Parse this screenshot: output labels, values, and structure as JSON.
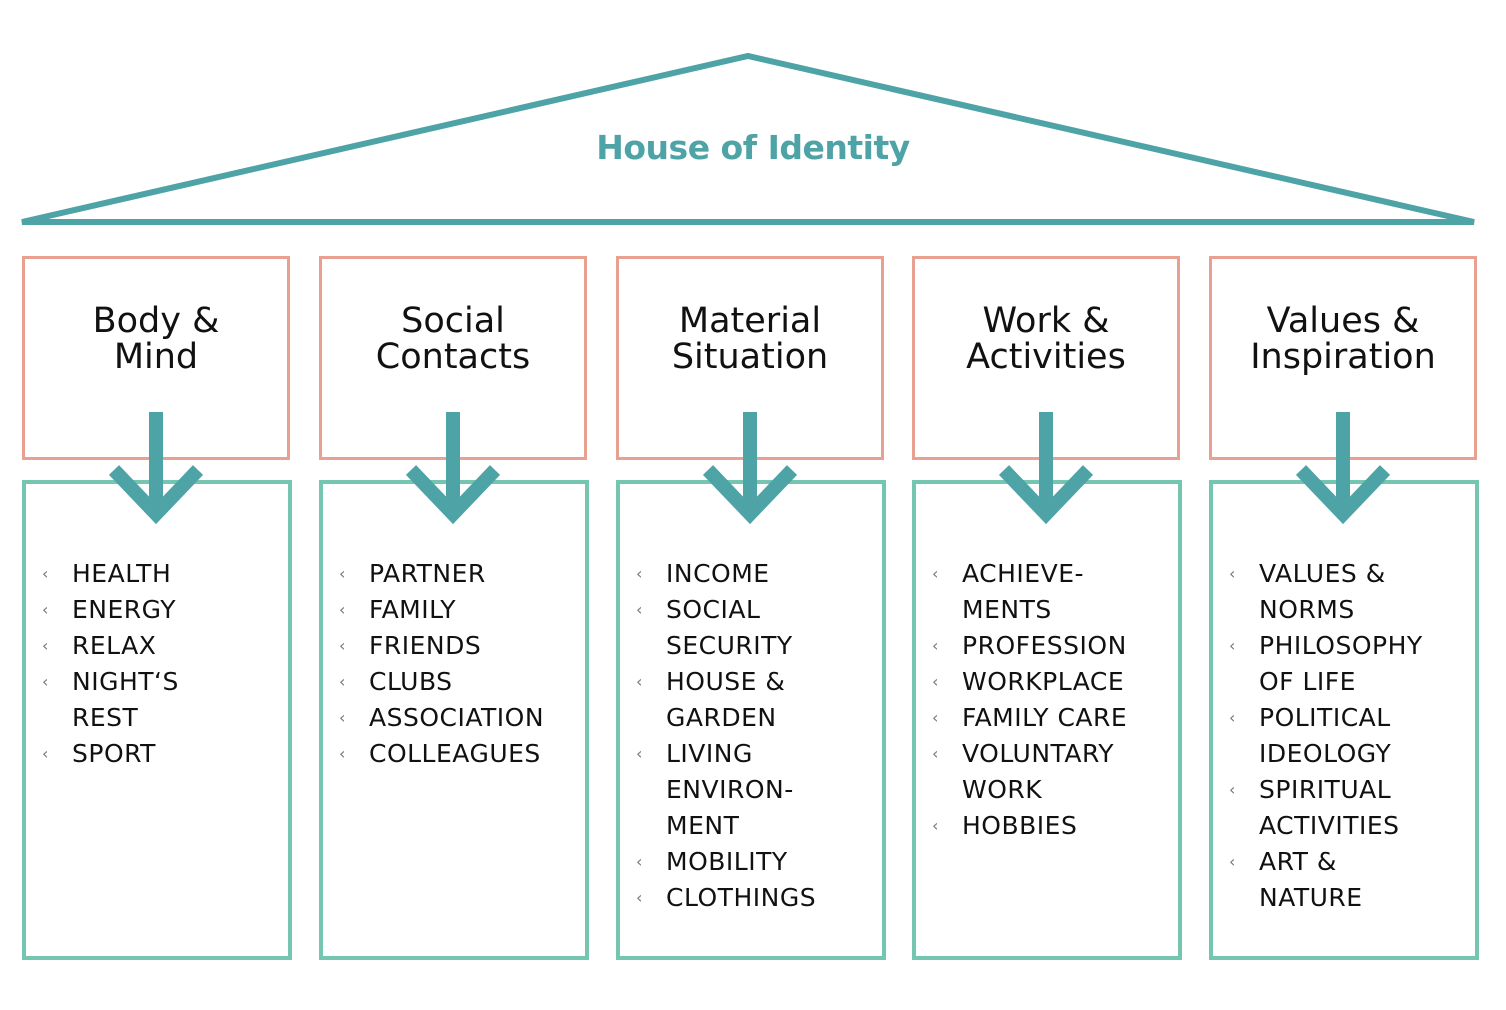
{
  "title": "House of Identity",
  "colors": {
    "roof": "#4ea3a6",
    "arrow": "#4ea3a6",
    "head_border": "#e8a090",
    "items_border": "#74c6b0",
    "text": "#111111"
  },
  "bullet_glyph": "‹",
  "pillars": [
    {
      "title": "Body &\nMind",
      "items": [
        "HEALTH",
        "ENERGY",
        "RELAX",
        "NIGHT‘S\nREST",
        "SPORT"
      ]
    },
    {
      "title": "Social\nContacts",
      "items": [
        "PARTNER",
        "FAMILY",
        "FRIENDS",
        "CLUBS",
        "ASSOCIATION",
        "COLLEAGUES"
      ]
    },
    {
      "title": "Material\nSituation",
      "items": [
        "INCOME",
        "SOCIAL\nSECURITY",
        "HOUSE &\nGARDEN",
        "LIVING\nENVIRON-\nMENT",
        "MOBILITY",
        "CLOTHINGS"
      ]
    },
    {
      "title": "Work &\nActivities",
      "items": [
        "ACHIEVE-\nMENTS",
        "PROFESSION",
        "WORKPLACE",
        "FAMILY CARE",
        "VOLUNTARY\nWORK",
        "HOBBIES"
      ]
    },
    {
      "title": "Values &\nInspiration",
      "items": [
        "VALUES &\nNORMS",
        "PHILOSOPHY\nOF LIFE",
        "POLITICAL\nIDEOLOGY",
        "SPIRITUAL\nACTIVITIES",
        "ART &\nNATURE"
      ]
    }
  ]
}
